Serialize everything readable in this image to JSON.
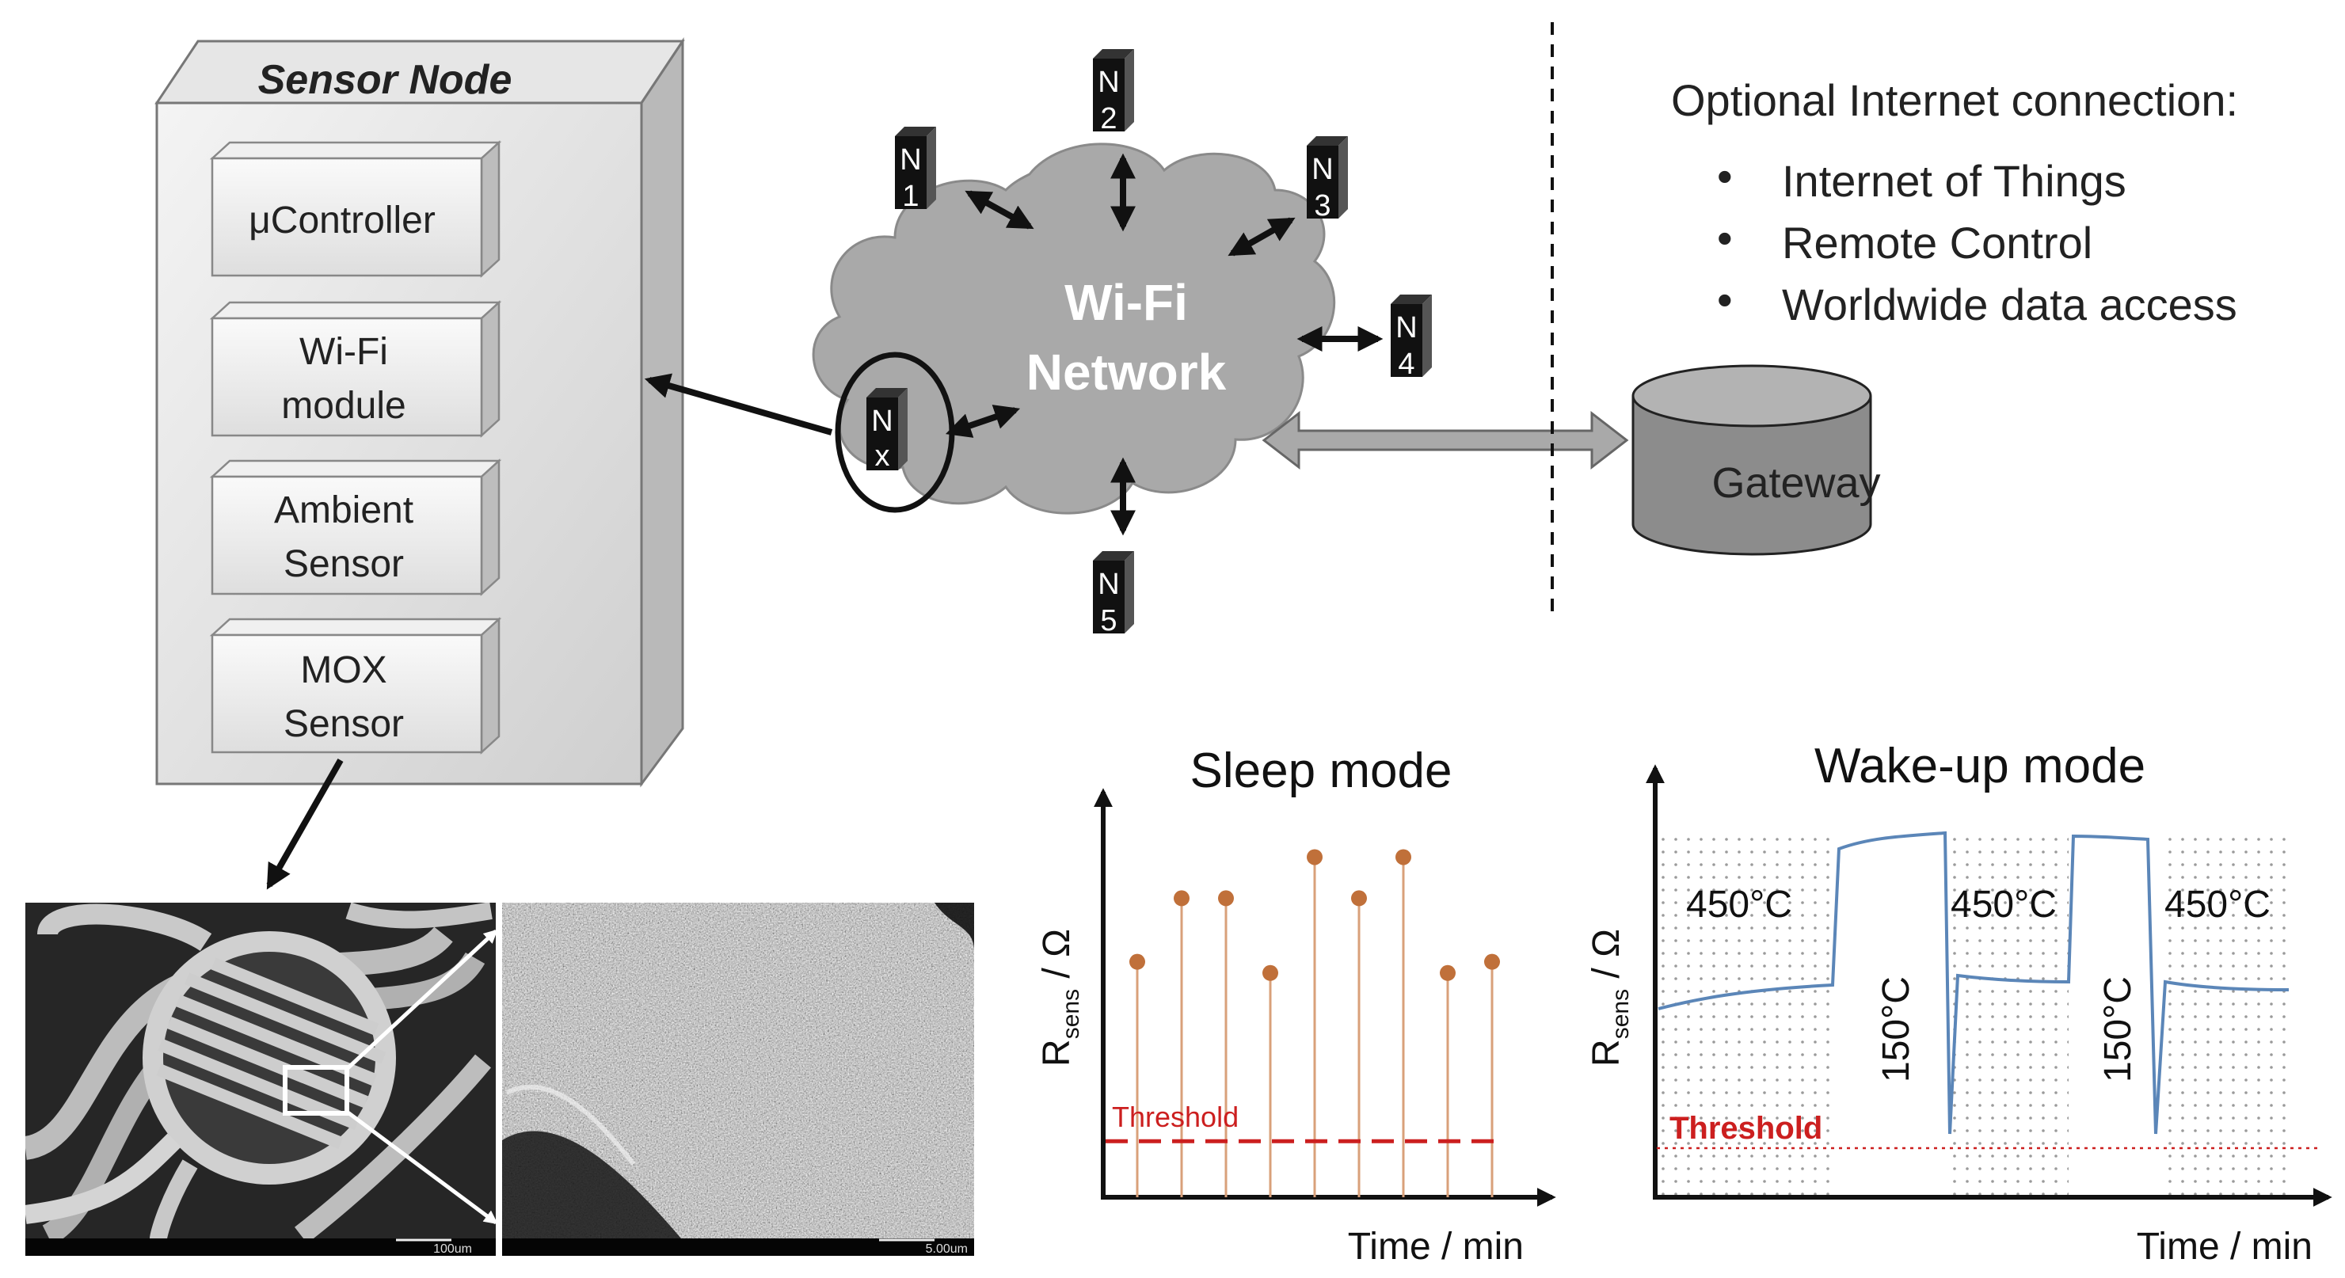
{
  "sensor_node": {
    "title": "Sensor Node",
    "modules": [
      {
        "line1": "μController",
        "line2": ""
      },
      {
        "line1": "Wi-Fi",
        "line2": "module"
      },
      {
        "line1": "Ambient",
        "line2": "Sensor"
      },
      {
        "line1": "MOX",
        "line2": "Sensor"
      }
    ]
  },
  "network": {
    "cloud_line1": "Wi-Fi",
    "cloud_line2": "Network",
    "nodes": [
      {
        "letter": "N",
        "index": "1"
      },
      {
        "letter": "N",
        "index": "2"
      },
      {
        "letter": "N",
        "index": "3"
      },
      {
        "letter": "N",
        "index": "4"
      },
      {
        "letter": "N",
        "index": "5"
      },
      {
        "letter": "N",
        "index": "x"
      }
    ],
    "gateway_label": "Gateway"
  },
  "internet": {
    "heading": "Optional Internet connection:",
    "bullet_symbol": "•",
    "items": [
      "Internet of Things",
      "Remote Control",
      "Worldwide data access"
    ]
  },
  "micrographs": {
    "left_scale": "100um",
    "right_scale": "5.00um"
  },
  "chart_data": [
    {
      "type": "scatter",
      "title": "Sleep mode",
      "xlabel": "Time / min",
      "ylabel_main": "R",
      "ylabel_sub": "sens",
      "ylabel_rest": " / Ω",
      "threshold_label": "Threshold",
      "threshold": 0.15,
      "values": [
        0.63,
        0.8,
        0.8,
        0.6,
        0.91,
        0.8,
        0.91,
        0.6,
        0.63
      ],
      "colors": {
        "points": "#c0703a",
        "stems": "#d9a07a",
        "threshold": "#cc1f1f"
      }
    },
    {
      "type": "line",
      "title": "Wake-up mode",
      "xlabel": "Time / min",
      "ylabel_main": "R",
      "ylabel_sub": "sens",
      "ylabel_rest": " / Ω",
      "threshold_label": "Threshold",
      "phase_labels": [
        "450°C",
        "150°C",
        "450°C",
        "150°C",
        "450°C"
      ],
      "threshold": 0.13,
      "colors": {
        "line": "#5b86b8",
        "threshold": "#cc1f1f",
        "shade_dots": "#9a9a9a"
      }
    }
  ]
}
